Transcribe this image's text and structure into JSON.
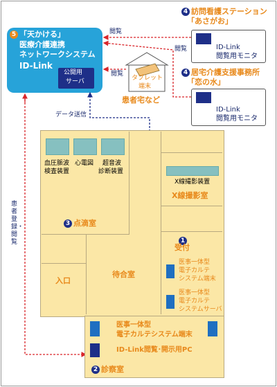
{
  "hub": {
    "num": "5",
    "line1": "「天かける」",
    "line2": "医療介護連携",
    "line3": "ネットワークシステム",
    "line4": "ID-Link",
    "server_line1": "公開用",
    "server_line2": "サーバ"
  },
  "nursing": {
    "num": "4",
    "title1": "訪問看護ステーション",
    "title2": "「あさがお」",
    "mon1": "ID-Link",
    "mon2": "閲覧用モニタ"
  },
  "care": {
    "num": "4",
    "title1": "居宅介護支援事務所",
    "title2": "「恋の水」",
    "mon1": "ID-Link",
    "mon2": "閲覧用モニタ"
  },
  "patient": {
    "tablet1": "タブレット",
    "tablet2": "端末",
    "label": "患者宅など"
  },
  "arrows": {
    "view1": "閲覧",
    "view2": "閲覧",
    "view3": "閲覧",
    "send": "データ送信",
    "register": "患者登録・閲覧"
  },
  "clinic": {
    "dev1a": "血圧脈波",
    "dev1b": "検査装置",
    "dev2": "心電図",
    "dev3a": "超音波",
    "dev3b": "診断装置",
    "xray_dev": "X線撮影装置",
    "xray_room": "X線撮影室",
    "drip_num": "3",
    "drip": "点滴室",
    "entrance": "入口",
    "waiting": "待合室",
    "reception_num": "1",
    "reception": "受付",
    "term1a": "医事一体型",
    "term1b": "電子カルテ",
    "term1c": "システム端末",
    "srv1a": "医事一体型",
    "srv1b": "電子カルテ",
    "srv1c": "システムサーバ",
    "exam_term1": "医事一体型",
    "exam_term2": "電子カルテシステム端末",
    "exam_pc": "ID-Link閲覧･開示用PC",
    "exam_num": "2",
    "exam": "診察室"
  }
}
